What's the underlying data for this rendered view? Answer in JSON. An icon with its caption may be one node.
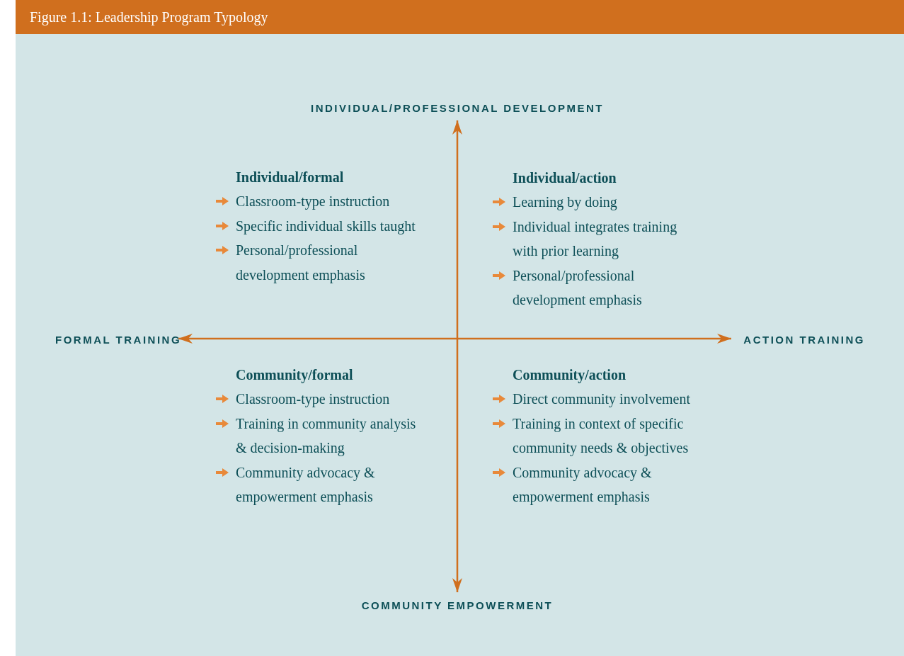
{
  "diagram": {
    "title": "Figure 1.1: Leadership Program Typology",
    "nodes": [
      {
        "text": [
          "Individual/formal",
          "Classroom-type instruction",
          "Specific individual skills taught",
          "Personal/professional development emphasis"
        ]
      },
      {
        "text": [
          "Individual/action",
          "Learning by doing",
          "Individual integrates training with prior learning",
          "Personal/professional development emphasis"
        ]
      },
      {
        "text": [
          "Community/formal",
          "Classroom-type instruction",
          "Training in community analysis & decision-making",
          "Community advocacy & empowerment emphasis"
        ]
      },
      {
        "text": [
          "Community/action",
          "Direct community involvement",
          "Training in context of specific community needs & objectives",
          "Community advocacy & empowerment emphasis"
        ]
      }
    ],
    "edges": [],
    "labels": [
      "INDIVIDUAL/PROFESSIONAL DEVELOPMENT",
      "FORMAL TRAINING",
      "ACTION TRAINING",
      "COMMUNITY EMPOWERMENT"
    ]
  }
}
